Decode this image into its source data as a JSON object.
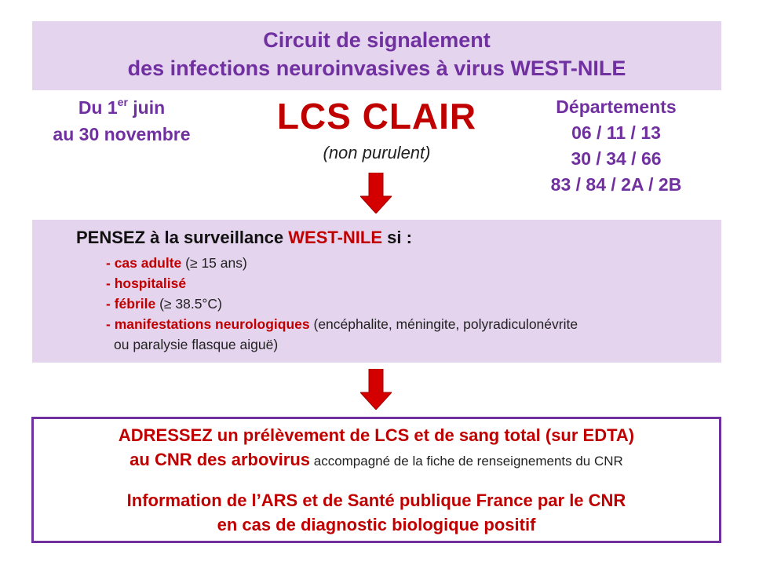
{
  "title": {
    "line1": "Circuit de signalement",
    "line2": "des infections neuroinvasives à virus WEST-NILE"
  },
  "period": {
    "line1_prefix": "Du 1",
    "line1_sup": "er",
    "line1_suffix": " juin",
    "line2": "au 30 novembre"
  },
  "lcs": {
    "title": "LCS CLAIR",
    "subtitle": "(non purulent)"
  },
  "departments": {
    "label": "Départements",
    "rows": [
      "06 / 11 / 13",
      "30 / 34 / 66",
      "83 / 84 / 2A / 2B"
    ]
  },
  "criteria": {
    "head_prefix": "PENSEZ à la surveillance ",
    "head_highlight": "WEST-NILE",
    "head_suffix": " si :",
    "items": [
      {
        "key": "- cas adulte",
        "detail": " (≥ 15 ans)"
      },
      {
        "key": "- hospitalisé",
        "detail": ""
      },
      {
        "key": "- fébrile",
        "detail": " (≥ 38.5°C)"
      },
      {
        "key": "- manifestations neurologiques",
        "detail": " (encéphalite, méningite, polyradiculonévrite"
      }
    ],
    "continuation": "ou paralysie flasque aiguë)"
  },
  "action": {
    "line1": "ADRESSEZ un prélèvement de LCS et de sang total (sur EDTA)",
    "line2_main": "au CNR des arbovirus",
    "line2_small": " accompagné de la fiche de renseignements du CNR",
    "line3": "Information de l’ARS et de Santé publique France par le CNR",
    "line4": "en cas de diagnostic biologique positif"
  },
  "colors": {
    "purple": "#7030a0",
    "red": "#c00000",
    "lavender": "#e5d4ee"
  }
}
